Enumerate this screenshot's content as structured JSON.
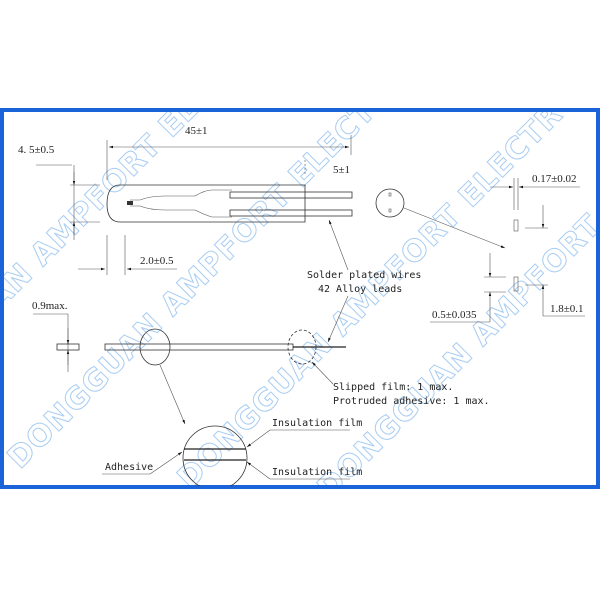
{
  "frame_color": "#1b63d8",
  "watermark": "DONGGUAN AMPFORT ELECTRONICS CO., LTD.",
  "dimensions": {
    "length": "45±1",
    "width": "4. 5±0.5",
    "lead_length": "5±1",
    "tip": "2.0±0.5",
    "lead_thickness": "0.17±0.02",
    "lead_pitch": "1.8±0.1",
    "lead_width": "0.5±0.035",
    "thickness": "0.9max."
  },
  "labels": {
    "leads_line1": "Solder plated wires",
    "leads_line2": "42 Alloy leads",
    "slipped": "Slipped film: 1 max.",
    "protruded": "Protruded adhesive: 1 max.",
    "insulation_top": "Insulation film",
    "insulation_bottom": "Insulation film",
    "adhesive": "Adhesive"
  }
}
